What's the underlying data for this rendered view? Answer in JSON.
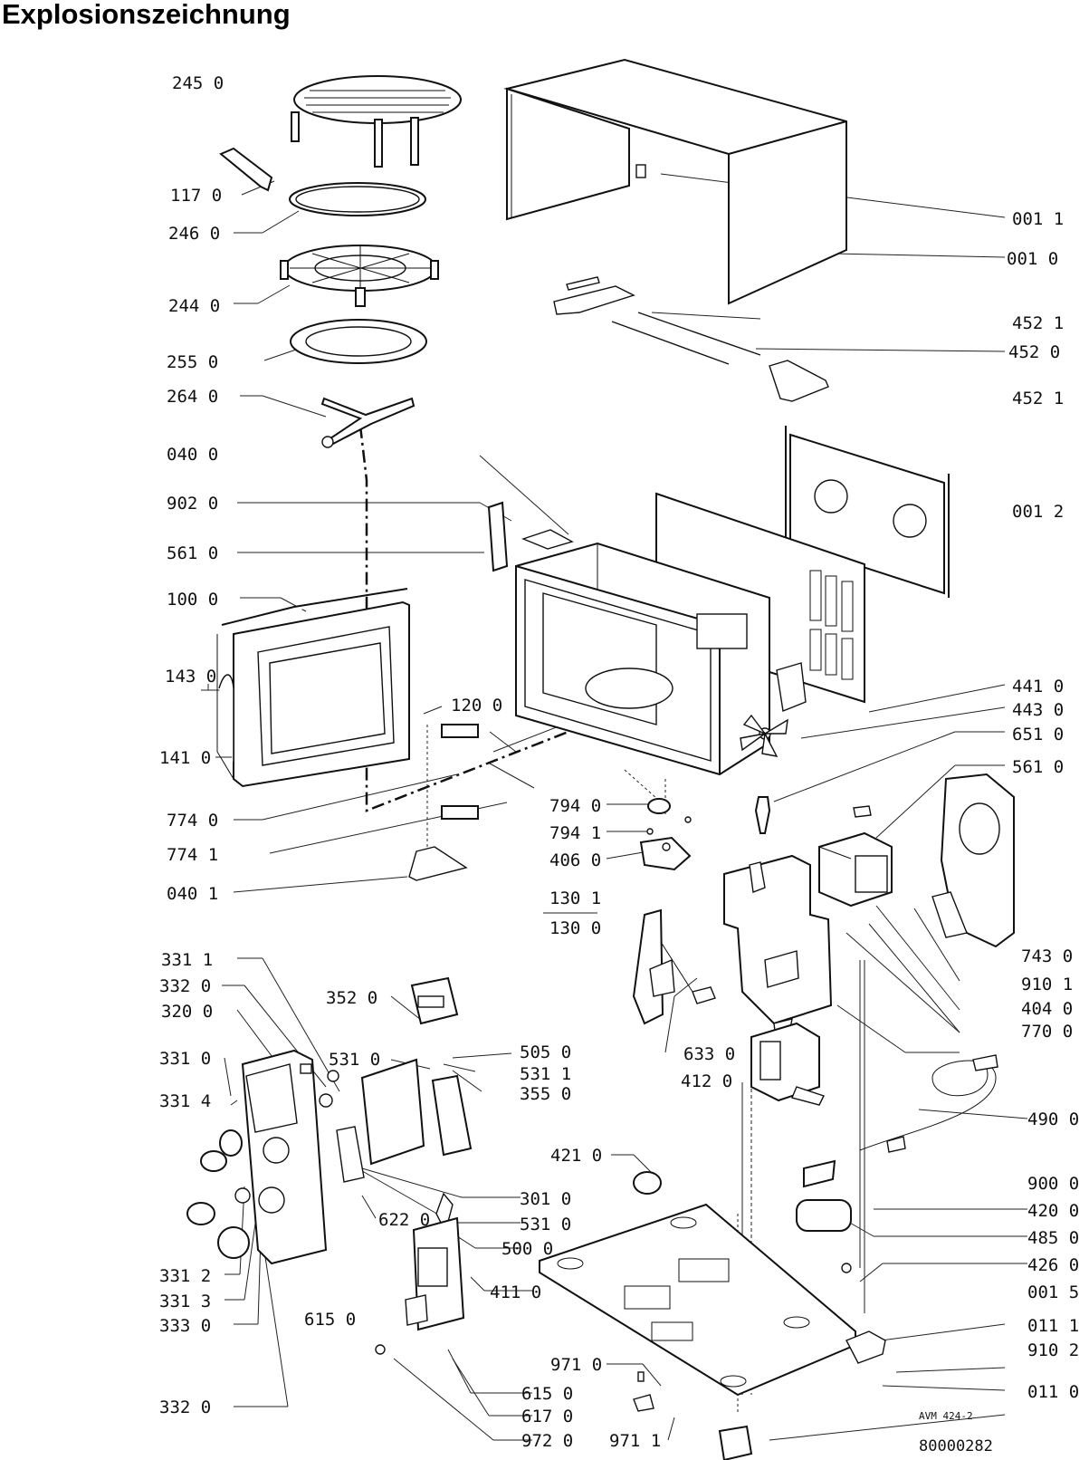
{
  "title": "Explosionszeichnung",
  "model": "AVM 424-2",
  "document_number": "80000282",
  "part_labels": [
    "245 0",
    "117 0",
    "246 0",
    "244 0",
    "255 0",
    "264 0",
    "040 0",
    "902 0",
    "561 0",
    "100 0",
    "143 0",
    "120 0",
    "141 0",
    "774 0",
    "774 1",
    "040 1",
    "001 1",
    "001 0",
    "452 1",
    "452 0",
    "452 1",
    "001 2",
    "441 0",
    "443 0",
    "651 0",
    "561 0",
    "794 0",
    "794 1",
    "406 0",
    "130 1",
    "130 0",
    "743 0",
    "910 1",
    "404 0",
    "770 0",
    "633 0",
    "412 0",
    "490 0",
    "331 1",
    "332 0",
    "320 0",
    "352 0",
    "505 0",
    "531 0",
    "531 1",
    "355 0",
    "331 0",
    "331 4",
    "301 0",
    "622 0",
    "531 0",
    "421 0",
    "900 0",
    "420 0",
    "500 0",
    "485 0",
    "426 0",
    "615 0",
    "411 0",
    "001 5",
    "331 2",
    "331 3",
    "333 0",
    "011 1",
    "910 2",
    "971 0",
    "615 0",
    "617 0",
    "011 0",
    "332 0",
    "972 0",
    "971 1"
  ]
}
